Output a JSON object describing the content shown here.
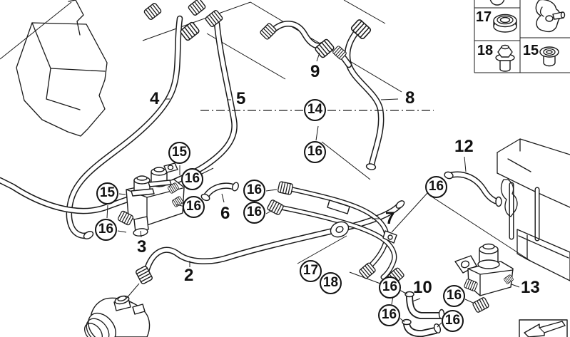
{
  "diagram": {
    "background": "#ffffff",
    "line_color": "#1a1a1a",
    "circled": [
      {
        "label": "15"
      },
      {
        "label": "16"
      },
      {
        "label": "16"
      },
      {
        "label": "15"
      },
      {
        "label": "16"
      },
      {
        "label": "14"
      },
      {
        "label": "16"
      },
      {
        "label": "16"
      },
      {
        "label": "16"
      },
      {
        "label": "16"
      },
      {
        "label": "17"
      },
      {
        "label": "18"
      },
      {
        "label": "16"
      },
      {
        "label": "16"
      },
      {
        "label": "16"
      },
      {
        "label": "16"
      }
    ],
    "plain": [
      {
        "label": "4"
      },
      {
        "label": "5"
      },
      {
        "label": "9"
      },
      {
        "label": "8"
      },
      {
        "label": "2"
      },
      {
        "label": "3"
      },
      {
        "label": "6"
      },
      {
        "label": "7"
      },
      {
        "label": "10"
      },
      {
        "label": "12"
      },
      {
        "label": "13"
      }
    ],
    "legend": {
      "items": [
        {
          "number": "17",
          "icon": "grommet-icon"
        },
        {
          "number": "18",
          "icon": "hex-nut-icon"
        },
        {
          "number": "15",
          "icon": "plug-icon"
        },
        {
          "number": "",
          "icon": "holder-clip-icon"
        },
        {
          "number": "",
          "icon": "clamp-icon"
        }
      ]
    }
  }
}
